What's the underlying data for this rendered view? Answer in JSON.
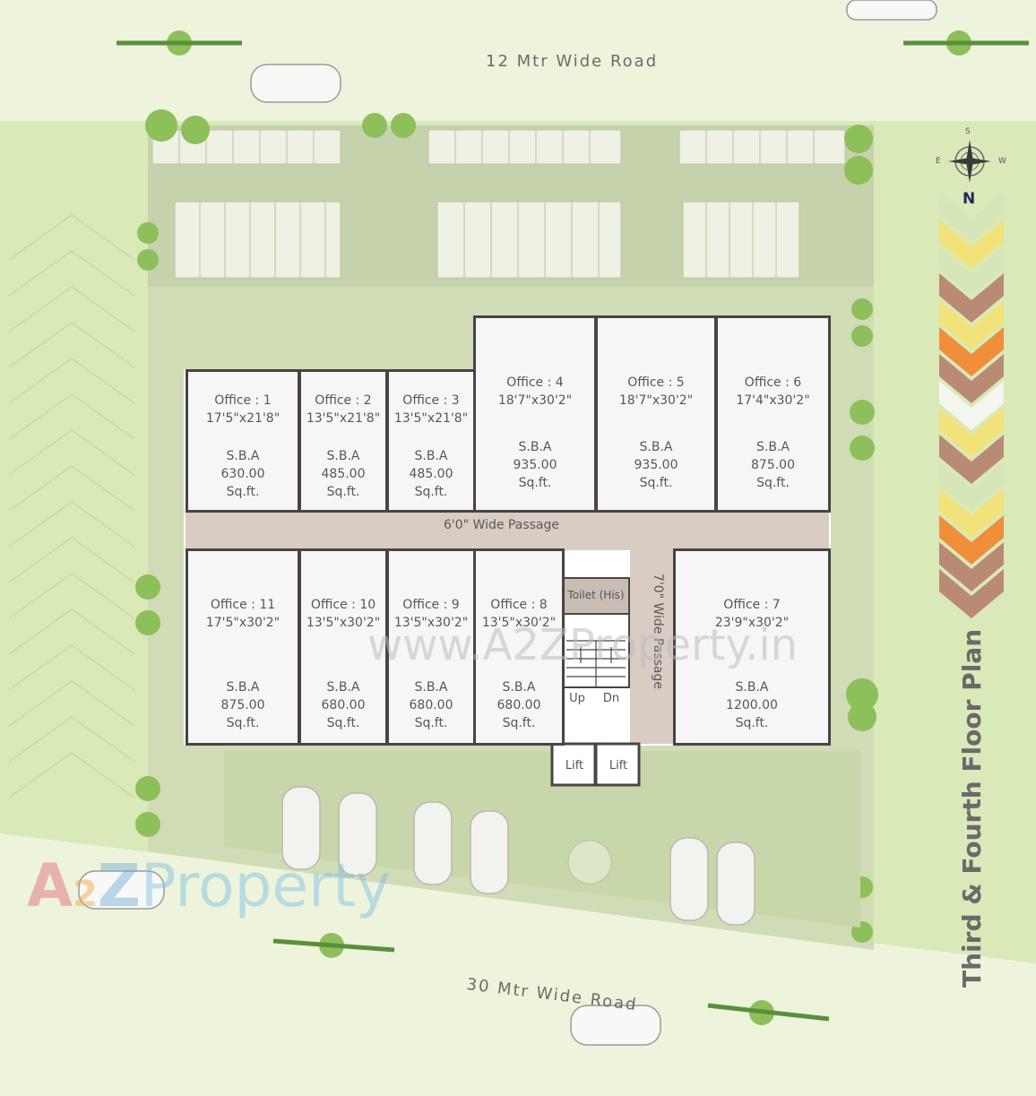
{
  "roads": {
    "top": "12 Mtr Wide Road",
    "bottom": "30 Mtr Wide Road"
  },
  "plan_title": "Third & Fourth Floor Plan",
  "compass": {
    "n": "N",
    "s": "S",
    "e": "E",
    "w": "W",
    "big_n": "N"
  },
  "passages": {
    "horizontal": "6'0\" Wide Passage",
    "vertical": "7'0\" Wide Passage"
  },
  "toilet": "Toilet (His)",
  "stairs": {
    "up": "Up",
    "down": "Dn"
  },
  "lifts": [
    "Lift",
    "Lift"
  ],
  "watermark": "www.A2ZProperty.in",
  "logo": {
    "a": "A",
    "two": "2",
    "z": "Z",
    "word": "Property"
  },
  "offices": [
    {
      "name": "Office : 1",
      "dim": "17'5\"x21'8\"",
      "sba": "S.B.A",
      "area": "630.00",
      "unit": "Sq.ft."
    },
    {
      "name": "Office : 2",
      "dim": "13'5\"x21'8\"",
      "sba": "S.B.A",
      "area": "485.00",
      "unit": "Sq.ft."
    },
    {
      "name": "Office : 3",
      "dim": "13'5\"x21'8\"",
      "sba": "S.B.A",
      "area": "485.00",
      "unit": "Sq.ft."
    },
    {
      "name": "Office : 4",
      "dim": "18'7\"x30'2\"",
      "sba": "S.B.A",
      "area": "935.00",
      "unit": "Sq.ft."
    },
    {
      "name": "Office : 5",
      "dim": "18'7\"x30'2\"",
      "sba": "S.B.A",
      "area": "935.00",
      "unit": "Sq.ft."
    },
    {
      "name": "Office : 6",
      "dim": "17'4\"x30'2\"",
      "sba": "S.B.A",
      "area": "875.00",
      "unit": "Sq.ft."
    },
    {
      "name": "Office : 7",
      "dim": "23'9\"x30'2\"",
      "sba": "S.B.A",
      "area": "1200.00",
      "unit": "Sq.ft."
    },
    {
      "name": "Office : 8",
      "dim": "13'5\"x30'2\"",
      "sba": "S.B.A",
      "area": "680.00",
      "unit": "Sq.ft."
    },
    {
      "name": "Office : 9",
      "dim": "13'5\"x30'2\"",
      "sba": "S.B.A",
      "area": "680.00",
      "unit": "Sq.ft."
    },
    {
      "name": "Office : 10",
      "dim": "13'5\"x30'2\"",
      "sba": "S.B.A",
      "area": "680.00",
      "unit": "Sq.ft."
    },
    {
      "name": "Office : 11",
      "dim": "17'5\"x30'2\"",
      "sba": "S.B.A",
      "area": "875.00",
      "unit": "Sq.ft."
    }
  ],
  "colors": {
    "grass": "#d9e9b8",
    "road": "#eef4dc",
    "site": "#c9d7ae",
    "passage": "#d9cdc3",
    "wall": "#4a4445",
    "tree": "#8dbf5a",
    "chevron_orange": "#ef8f3c",
    "chevron_yellow": "#f2e27a",
    "chevron_brown": "#b98a74"
  }
}
